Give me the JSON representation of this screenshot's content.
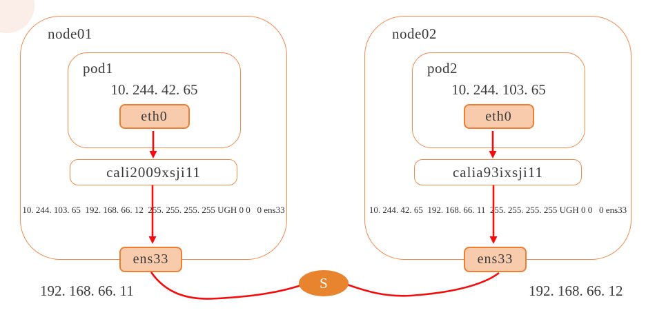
{
  "colors": {
    "accent_orange": "#ED7D31",
    "box_fill_orange": "#F8CBAD",
    "thin_border_orange": "#F08A4D",
    "arrow_red": "#F40B0B",
    "switch_fill": "#E8832E",
    "text_dark": "#3A3A3A",
    "corner_blob_pink": "#FBEDE8",
    "background": "#FFFFFF"
  },
  "nodes": [
    {
      "name": "node01",
      "pod": {
        "name": "pod1",
        "ip": "10. 244. 42. 65"
      },
      "pod_eth": "eth0",
      "veth": "cali2009xsji11",
      "route": "10. 244. 103. 65  192. 168. 66. 12  255. 255. 255. 255 UGH 0 0   0 ens33",
      "nic": "ens33",
      "host_ip": "192. 168. 66. 11"
    },
    {
      "name": "node02",
      "pod": {
        "name": "pod2",
        "ip": "10. 244. 103. 65"
      },
      "pod_eth": "eth0",
      "veth": "calia93ixsji11",
      "route": "10. 244. 42. 65  192. 168. 66. 11  255. 255. 255. 255 UGH 0 0   0 ens33",
      "nic": "ens33",
      "host_ip": "192. 168. 66. 12"
    }
  ],
  "switch": {
    "label": "S"
  }
}
